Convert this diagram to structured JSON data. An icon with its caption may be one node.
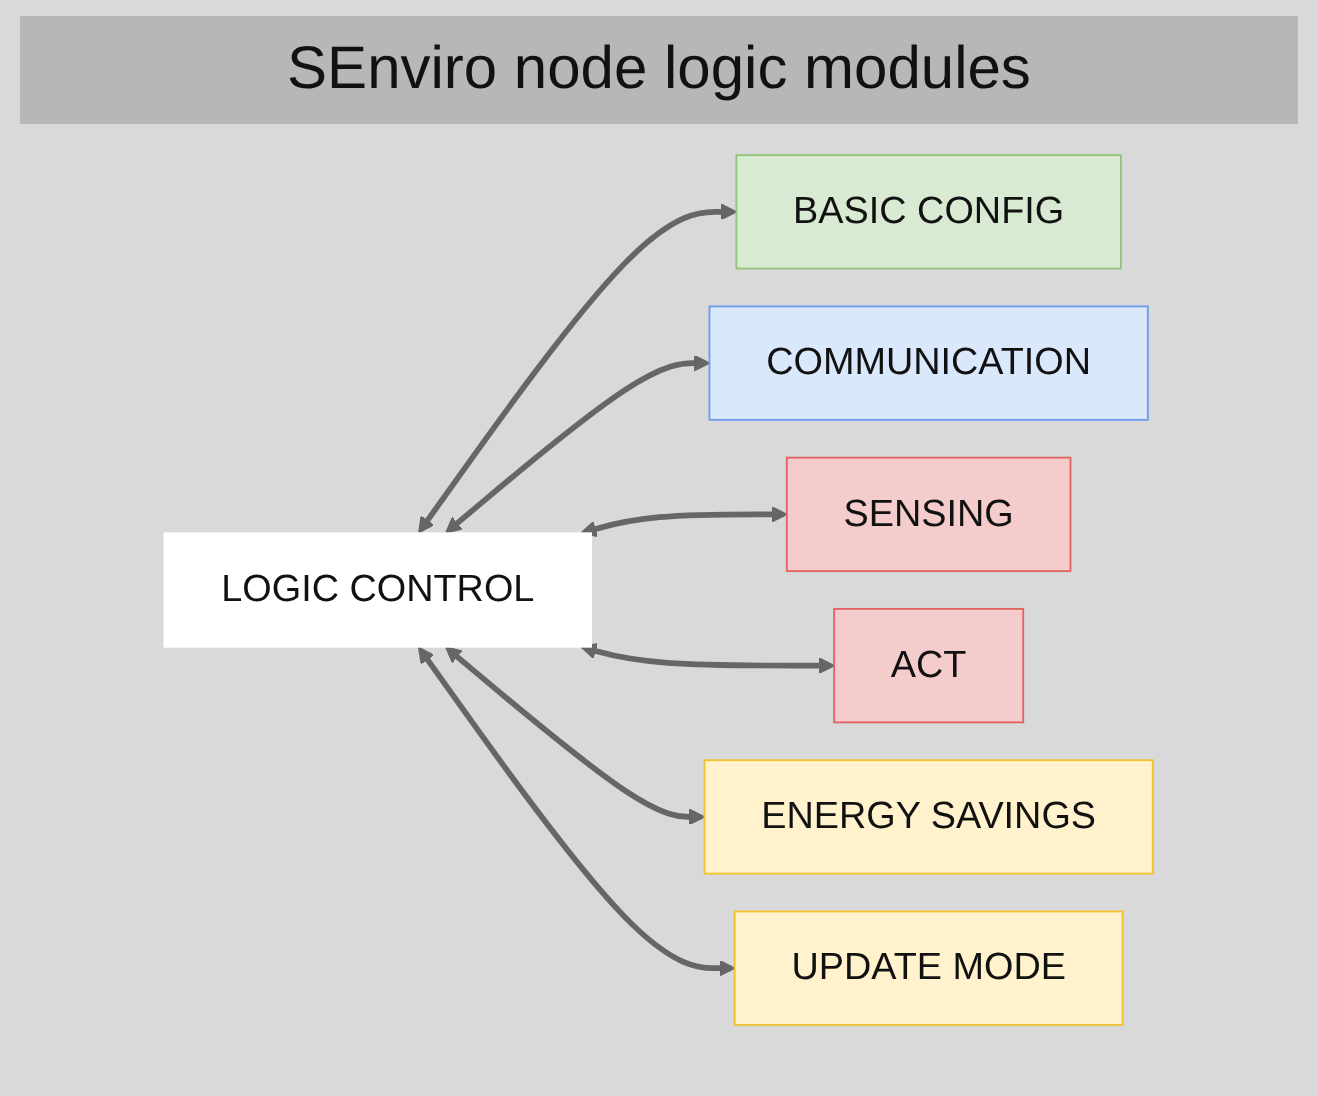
{
  "diagram": {
    "title": "SEnviro node logic modules",
    "nodes": [
      {
        "text": [
          "LOGIC CONTROL"
        ]
      },
      {
        "text": [
          "BASIC CONFIG"
        ]
      },
      {
        "text": [
          "COMMUNICATION"
        ]
      },
      {
        "text": [
          "SENSING"
        ]
      },
      {
        "text": [
          "ACT"
        ]
      },
      {
        "text": [
          "ENERGY SAVINGS"
        ]
      },
      {
        "text": [
          "UPDATE MODE"
        ]
      }
    ],
    "edges": [
      {
        "from": 0,
        "to": 1,
        "arrow": "both"
      },
      {
        "from": 0,
        "to": 2,
        "arrow": "both"
      },
      {
        "from": 0,
        "to": 3,
        "arrow": "both"
      },
      {
        "from": 0,
        "to": 4,
        "arrow": "both"
      },
      {
        "from": 0,
        "to": 5,
        "arrow": "both"
      },
      {
        "from": 0,
        "to": 6,
        "arrow": "both"
      }
    ]
  }
}
